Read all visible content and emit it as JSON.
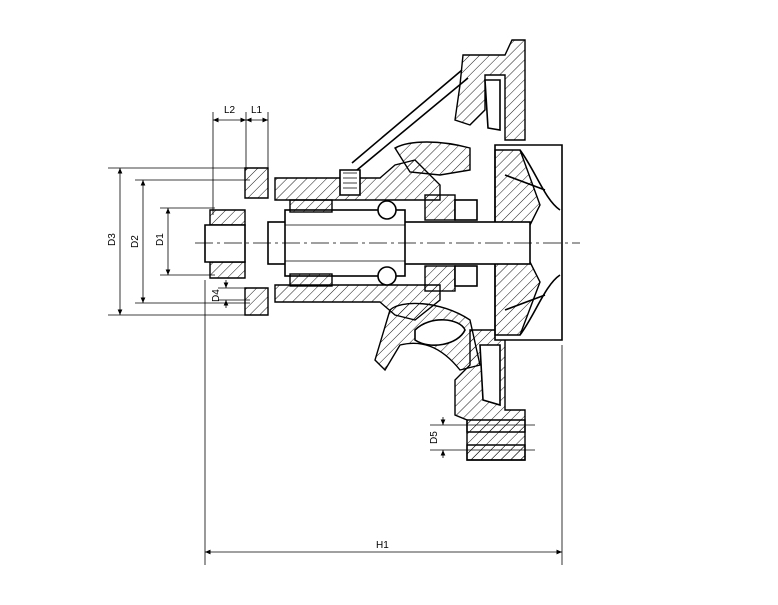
{
  "labels": {
    "L1": "L1",
    "L2": "L2",
    "D1": "D1",
    "D2": "D2",
    "D3": "D3",
    "D4": "D4",
    "D5": "D5",
    "H1": "H1"
  }
}
